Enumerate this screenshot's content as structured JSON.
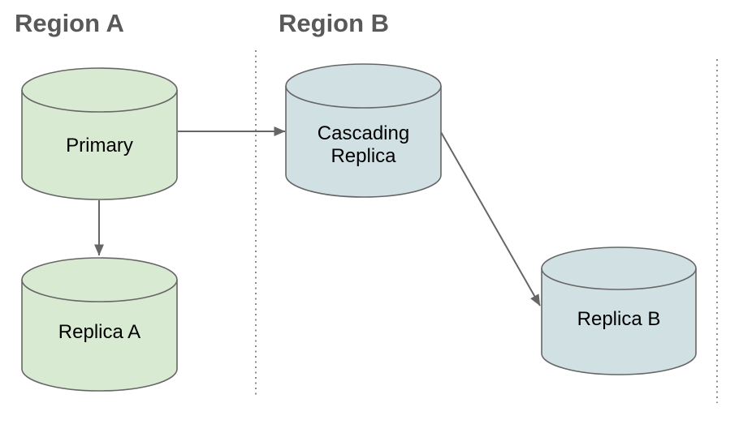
{
  "regions": [
    {
      "label": "Region A"
    },
    {
      "label": "Region B"
    }
  ],
  "nodes": {
    "primary": {
      "label": "Primary",
      "shape": "database-cylinder",
      "region": "Region A",
      "fill": "#d9ead3"
    },
    "replica_a": {
      "label": "Replica A",
      "shape": "database-cylinder",
      "region": "Region A",
      "fill": "#d9ead3"
    },
    "cascading_replica": {
      "label_lines": [
        "Cascading",
        "Replica"
      ],
      "shape": "database-cylinder",
      "region": "Region B",
      "fill": "#d0e0e3"
    },
    "replica_b": {
      "label": "Replica B",
      "shape": "database-cylinder",
      "region": "Region B",
      "fill": "#d0e0e3"
    }
  },
  "edges": [
    {
      "from": "Primary",
      "to": "Cascading Replica",
      "style": "arrow"
    },
    {
      "from": "Primary",
      "to": "Replica A",
      "style": "arrow"
    },
    {
      "from": "Cascading Replica",
      "to": "Replica B",
      "style": "arrow"
    }
  ],
  "colors": {
    "region_label_text": "#595959",
    "outline_stroke": "#666666",
    "green_node_fill": "#d9ead3",
    "blue_node_fill": "#d0e0e3",
    "node_text": "#000000",
    "background": "#ffffff"
  }
}
